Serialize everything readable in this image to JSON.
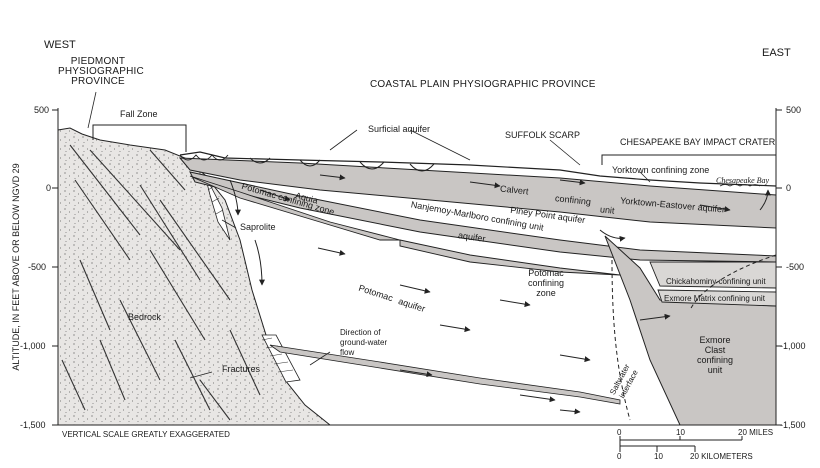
{
  "orientation": {
    "west": "WEST",
    "east": "EAST"
  },
  "provinces": {
    "piedmont": [
      "PIEDMONT",
      "PHYSIOGRAPHIC",
      "PROVINCE"
    ],
    "coastal_plain": "COASTAL PLAIN PHYSIOGRAPHIC PROVINCE"
  },
  "axis": {
    "ylabel": "ALTITUDE, IN FEET ABOVE OR BELOW NGVD 29",
    "ticks": [
      "500",
      "0",
      "-500",
      "-1,000",
      "-1,500"
    ]
  },
  "note": "VERTICAL SCALE GREATLY EXAGGERATED",
  "scale_bar": {
    "miles": [
      "0",
      "10",
      "20 MILES"
    ],
    "km": [
      "0",
      "10",
      "20 KILOMETERS"
    ]
  },
  "features": {
    "fall_zone": "Fall Zone",
    "surficial_aquifer": "Surficial aquifer",
    "suffolk_scarp": "SUFFOLK SCARP",
    "impact_crater": "CHESAPEAKE BAY IMPACT CRATER",
    "yorktown_confining_zone": "Yorktown confining zone",
    "chesapeake_bay": "Chesapeake Bay",
    "yorktown_eastover_aquifer": "Yorktown-Eastover aquifer",
    "calvert_confining_unit": [
      "Calvert",
      "confining",
      "unit"
    ],
    "piney_point_aquifer": "Piney Point aquifer",
    "aquia": "Aquia",
    "aquia_aquifer": "aquifer",
    "potomac_confining_zone_upper": "Potomac confining zone",
    "nanjemoy_marlboro": "Nanjemoy-Marlboro confining unit",
    "saprolite": "Saprolite",
    "potomac_aquifer": [
      "Potomac",
      "aquifer"
    ],
    "potomac_confining_zone_lower": [
      "Potomac",
      "confining",
      "zone"
    ],
    "chickahominy": "Chickahominy confining unit",
    "exmore_matrix": "Exmore Matrix confining unit",
    "exmore_clast": [
      "Exmore",
      "Clast",
      "confining",
      "unit"
    ],
    "bedrock": "Bedrock",
    "fractures": "Fractures",
    "flow_direction": [
      "Direction of",
      "ground-water",
      "flow"
    ],
    "saltwater_interface": [
      "Saltwater",
      "interface"
    ]
  },
  "colors": {
    "confining_unit": "#c9c6c4",
    "bedrock": "#e6e4e2",
    "line": "#2a2a2a"
  }
}
